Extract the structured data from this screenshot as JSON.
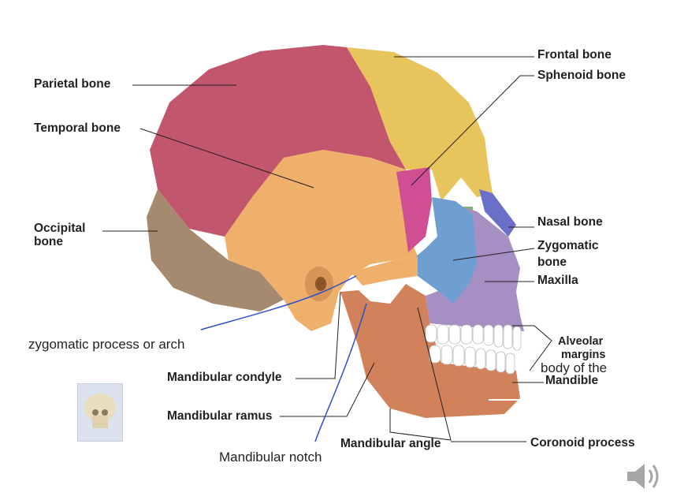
{
  "labels": {
    "frontal": "Frontal bone",
    "sphenoid": "Sphenoid bone",
    "parietal": "Parietal bone",
    "temporal": "Temporal bone",
    "occipital_1": "Occipital",
    "occipital_2": "bone",
    "nasal": "Nasal bone",
    "zygomatic_1": "Zygomatic",
    "zygomatic_2": "bone",
    "maxilla": "Maxilla",
    "alveolar_1": "Alveolar",
    "alveolar_2": "margins",
    "body_1": "body of the",
    "mandible": "Mandible",
    "condyle": "Mandibular condyle",
    "ramus": "Mandibular ramus",
    "angle": "Mandibular angle",
    "coronoid": "Coronoid process"
  },
  "annotations": {
    "zygomatic_arch": "zygomatic process or arch",
    "notch": "Mandibular notch"
  },
  "icons": {
    "thumbnail": "skull-thumbnail-icon",
    "audio": "speaker-icon"
  },
  "colors": {
    "frontal": "#e8c45c",
    "parietal": "#c2566c",
    "temporal": "#eeb06a",
    "occipital": "#a58a70",
    "sphenoid": "#cf4f92",
    "zygomatic": "#6f9fd1",
    "maxilla": "#a58fc3",
    "nasal": "#6a6fc8",
    "mandible": "#d2825a",
    "teeth": "#ffffff",
    "annotation_ink": "#2d50c8",
    "leader": "#231f20"
  }
}
